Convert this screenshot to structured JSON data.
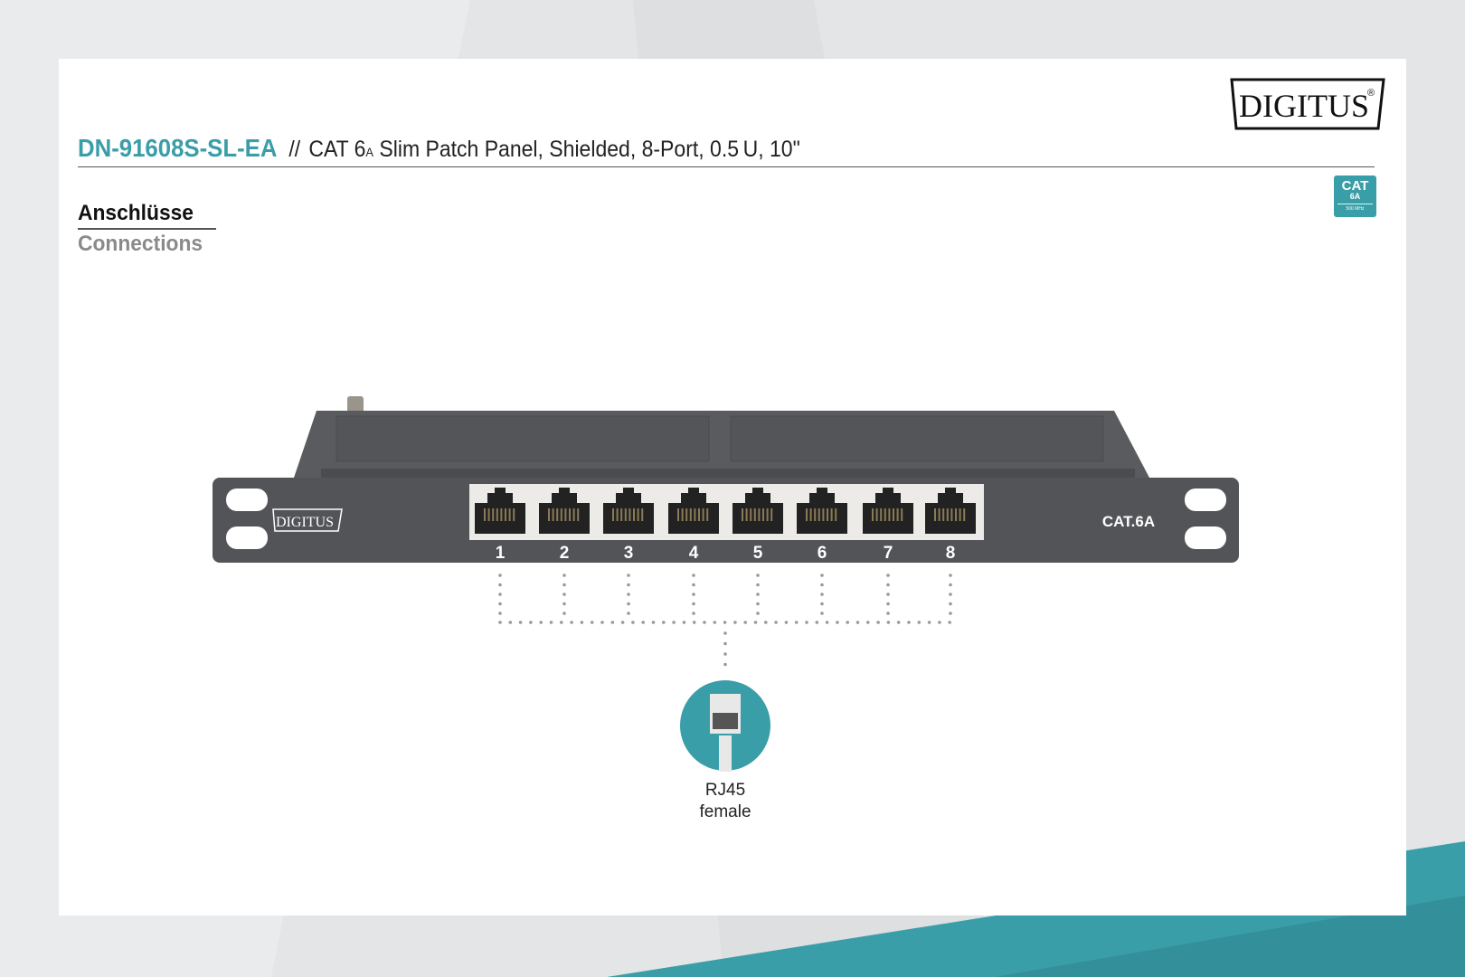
{
  "header": {
    "product_code": "DN-91608S-SL-EA",
    "separator": "//",
    "description_prefix": "CAT 6",
    "description_subscript": "A",
    "description_suffix": " Slim Patch Panel, Shielded, 8-Port, 0.5 U, 10\""
  },
  "brand": {
    "logo_text": "DIGITUS",
    "registered": "®"
  },
  "cat_badge": {
    "line1": "CAT",
    "line2": "6A",
    "line3": "500 MHz",
    "color": "#3a9ea8"
  },
  "section": {
    "title_de": "Anschlüsse",
    "title_en": "Connections"
  },
  "product": {
    "panel_logo": "DIGITUS",
    "panel_label": "CAT.6A",
    "ports": [
      "1",
      "2",
      "3",
      "4",
      "5",
      "6",
      "7",
      "8"
    ]
  },
  "connector": {
    "icon": "rj45-plug-icon",
    "name": "RJ45",
    "gender": "female",
    "color": "#3a9ea8"
  },
  "colors": {
    "accent": "#3a9ea8",
    "panel": "#525457"
  }
}
